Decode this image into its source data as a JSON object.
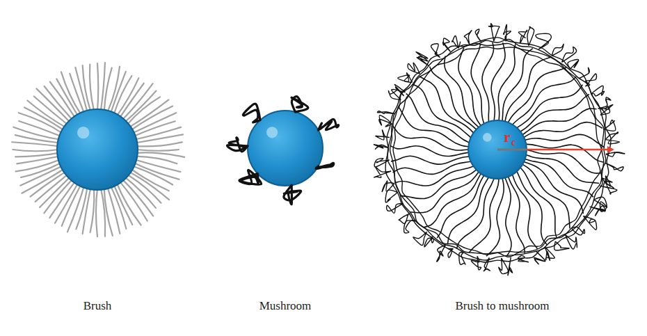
{
  "diagram": {
    "labels": [
      "Brush",
      "Mushroom",
      "Brush to mushroom",
      "r",
      "c"
    ]
  }
}
